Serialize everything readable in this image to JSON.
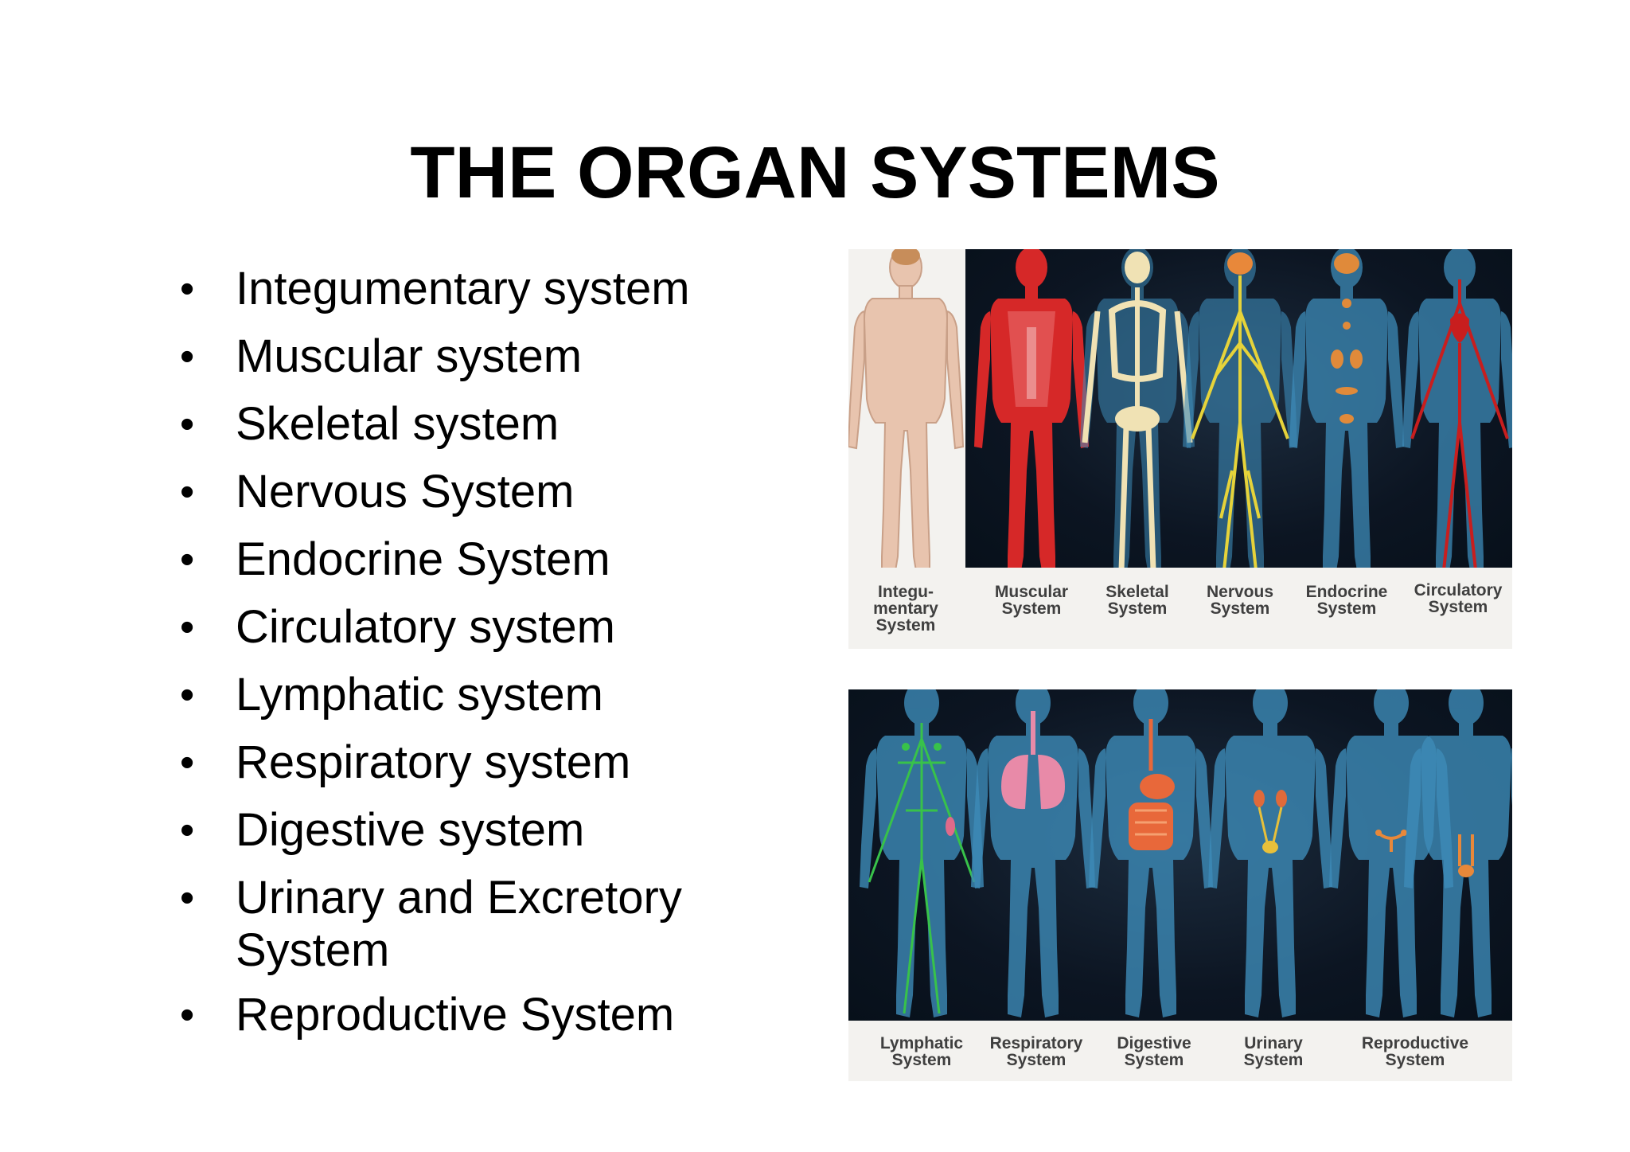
{
  "title": "THE ORGAN SYSTEMS",
  "bullets": [
    "Integumentary system",
    "Muscular system",
    "Skeletal system",
    "Nervous System",
    "Endocrine System",
    "Circulatory system",
    "Lymphatic system",
    "Respiratory system",
    "Digestive system",
    "Urinary and Excretory System",
    "Reproductive System"
  ],
  "figure_top_labels": [
    "Integu-\nmentary\nSystem",
    "Muscular\nSystem",
    "Skeletal\nSystem",
    "Nervous\nSystem",
    "Endocrine\nSystem",
    "Circulatory\nSystem"
  ],
  "figure_bottom_labels": [
    "Lymphatic\nSystem",
    "Respiratory\nSystem",
    "Digestive\nSystem",
    "Urinary\nSystem",
    "Reproductive\nSystem"
  ],
  "colors": {
    "background": "#ffffff",
    "panel_dark": "#0c1522",
    "body_blue": "#3d8bb8",
    "skin": "#e8c4ae",
    "muscle": "#d62828",
    "bone": "#f0e2b4",
    "nerve": "#e6d33a",
    "lymph": "#38c24a",
    "lung": "#e88aa8",
    "digestive": "#e8683a",
    "organ_orange": "#e08a3a",
    "vessel_red": "#c81e1e"
  }
}
